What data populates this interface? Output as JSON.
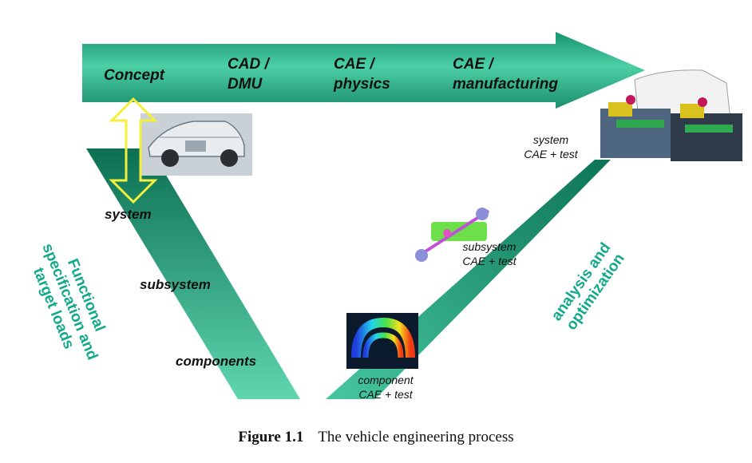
{
  "arrow_stages": [
    "Concept",
    "CAD /",
    "DMU",
    "CAE /",
    "physics",
    "CAE /",
    "manufacturing"
  ],
  "left_levels": [
    "system",
    "subsystem",
    "components"
  ],
  "left_side_label": [
    "Functional",
    "specification and",
    "target loads"
  ],
  "right_side_label": [
    "analysis and",
    "optimization"
  ],
  "right_validation": [
    [
      "system",
      "CAE + test"
    ],
    [
      "subsystem",
      "CAE + test"
    ],
    [
      "component",
      "CAE + test"
    ]
  ],
  "caption": {
    "number": "Figure 1.1",
    "text": "The vehicle engineering process"
  },
  "colors": {
    "green_light": "#3fc7a0",
    "green_dark": "#0d7a5b",
    "teal_text": "#12a98a",
    "yellow": "#f4f04a"
  },
  "icons": [
    "car-cad-image",
    "subsystem-chassis-image",
    "component-fea-image",
    "test-rig-image"
  ]
}
